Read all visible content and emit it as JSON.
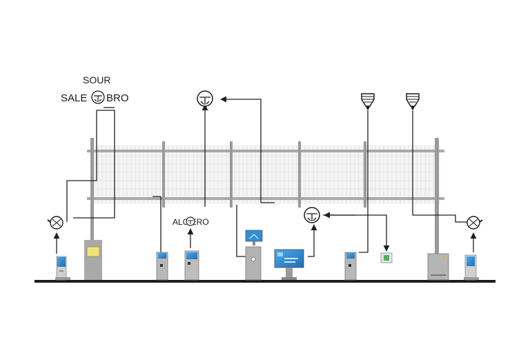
{
  "labels": {
    "sour": "SOUR",
    "sale": "SALE",
    "bro": "BRO",
    "alc_ero": "ALC   ERO"
  },
  "colors": {
    "ground": "#1c1c1c",
    "fence_post": "#9a9a9a",
    "fence_mesh": "#c9c9c9",
    "wire": "#1f1f1f",
    "cabinet": "#a9a9a9",
    "screen_blue": "#2f8fd6",
    "sign_yellow": "#f2e27a"
  },
  "icons": [
    "siren-icon-left",
    "siren-icon-right",
    "target-icon-top",
    "target-icon-mid",
    "target-icon-label",
    "target-icon-center",
    "lamp-icon-1",
    "lamp-icon-2"
  ]
}
